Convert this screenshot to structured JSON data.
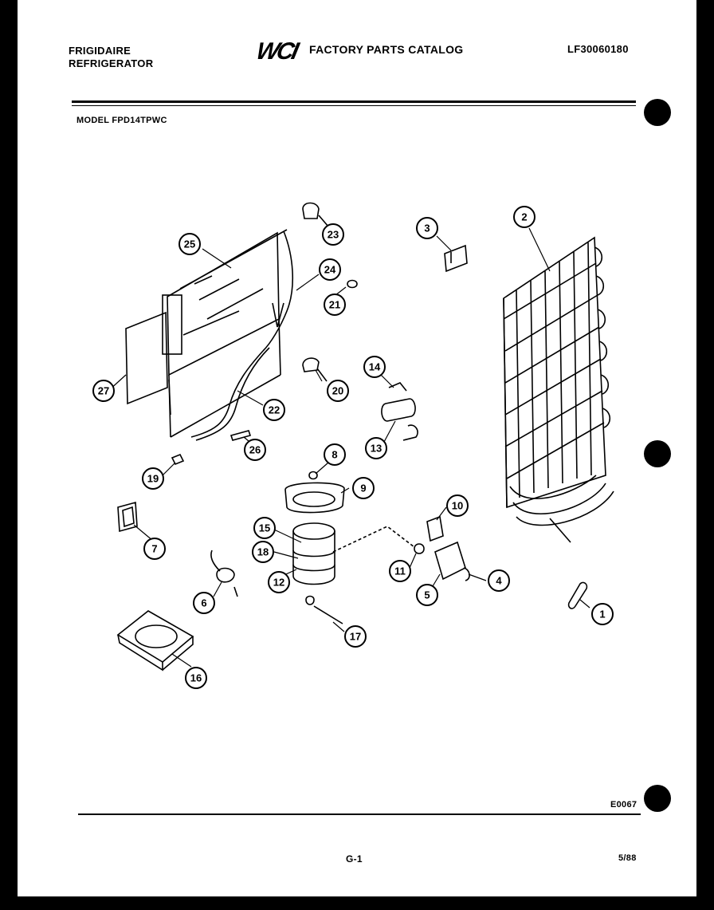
{
  "header": {
    "brand_line1": "FRIGIDAIRE",
    "brand_line2": "REFRIGERATOR",
    "logo": "WCI",
    "catalog_title": "FACTORY PARTS CATALOG",
    "catalog_number": "LF30060180",
    "model_label": "MODEL FPD14TPWC"
  },
  "footer": {
    "figure_code": "E0067",
    "page_number": "G-1",
    "date": "5/88"
  },
  "callouts": [
    "1",
    "2",
    "3",
    "4",
    "5",
    "6",
    "7",
    "8",
    "9",
    "10",
    "11",
    "12",
    "13",
    "14",
    "15",
    "16",
    "17",
    "18",
    "19",
    "20",
    "21",
    "22",
    "23",
    "24",
    "25",
    "26",
    "27"
  ],
  "icons": [
    "binder-hole-icon"
  ]
}
